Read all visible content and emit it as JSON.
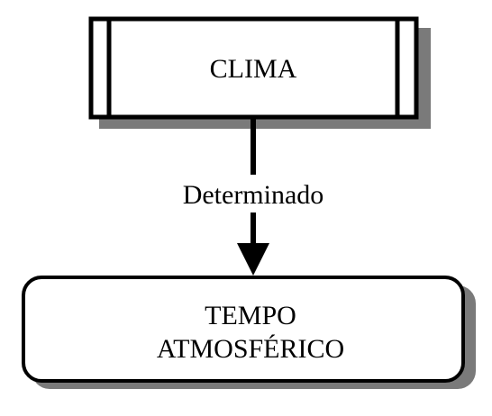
{
  "diagram": {
    "top_node": {
      "label": "CLIMA"
    },
    "connector": {
      "label": "Determinado"
    },
    "bottom_node": {
      "label_line1": "TEMPO",
      "label_line2": "ATMOSFÉRICO"
    }
  },
  "colors": {
    "stroke": "#000000",
    "shadow": "#7a7a7a",
    "fill": "#ffffff"
  }
}
